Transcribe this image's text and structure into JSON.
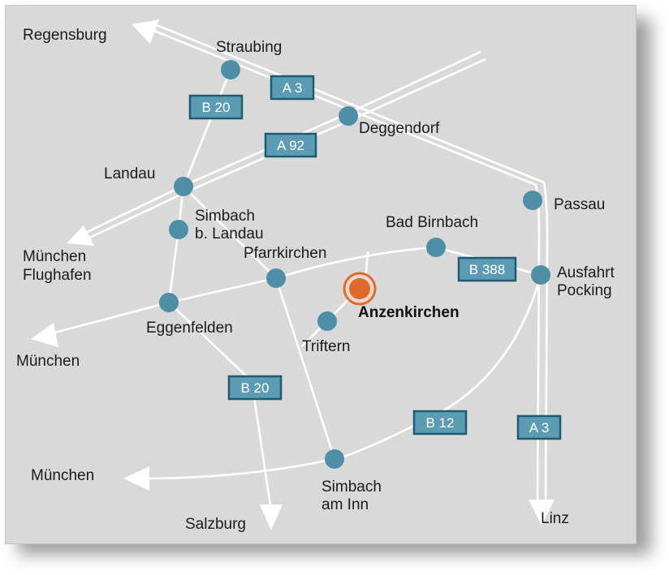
{
  "colors": {
    "background": "#d9d9d9",
    "road": "#ffffff",
    "node": "#4f8ea5",
    "badge_fill": "#5b9cb4",
    "badge_border": "#1f5a73",
    "highlight": "#e06a2c",
    "label": "#1b1b1b"
  },
  "cities": {
    "straubing": "Straubing",
    "deggendorf": "Deggendorf",
    "landau": "Landau",
    "passau": "Passau",
    "simbach_landau_1": "Simbach",
    "simbach_landau_2": "b. Landau",
    "bad_birnbach": "Bad Birnbach",
    "pfarrkirchen": "Pfarrkirchen",
    "ausfahrt_1": "Ausfahrt",
    "ausfahrt_2": "Pocking",
    "eggenfelden": "Eggenfelden",
    "triftern": "Triftern",
    "simbach_inn_1": "Simbach",
    "simbach_inn_2": "am Inn",
    "anzenkirchen": "Anzenkirchen"
  },
  "destinations": {
    "regensburg": "Regensburg",
    "muenchen_flughafen_1": "München",
    "muenchen_flughafen_2": "Flughafen",
    "muenchen_west": "München",
    "muenchen_south": "München",
    "salzburg": "Salzburg",
    "linz": "Linz"
  },
  "road_labels": {
    "b20_north": "B 20",
    "a3_north": "A 3",
    "a92": "A 92",
    "b388": "B 388",
    "b20_south": "B 20",
    "b12": "B 12",
    "a3_south": "A 3"
  },
  "icons": {
    "highlight_marker": "target-circle-icon",
    "direction_arrow": "arrow-icon"
  }
}
